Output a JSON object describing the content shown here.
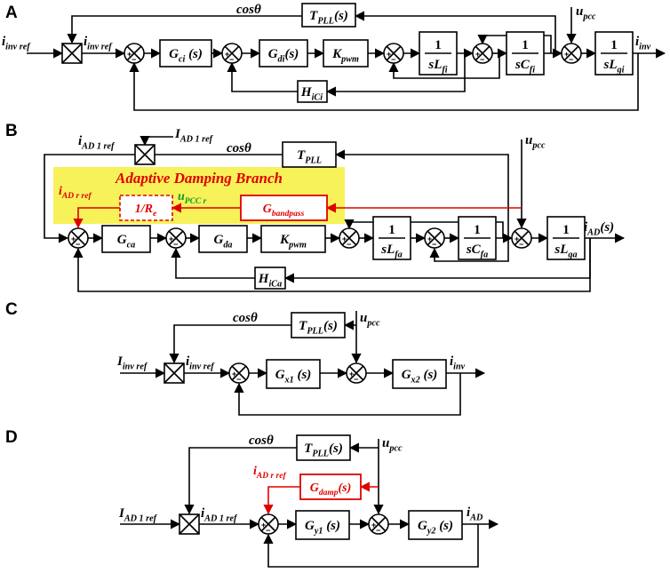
{
  "panels": {
    "A": {
      "label": "A",
      "input_left": "i_inv_ref",
      "input_mid": "i_inv_ref",
      "cos": "cosθ",
      "pll": "T_PLL(s)",
      "upcc": "u_pcc",
      "gci": "G_ci (s)",
      "gdi": "G_di(s)",
      "kpwm": "K_pwm",
      "slfi": "sL_fi",
      "scfi": "sC_fi",
      "slgi": "sL_gi",
      "hici": "H_iCi",
      "output": "i_inv",
      "one_a": "1",
      "one_b": "1",
      "one_c": "1"
    },
    "B": {
      "label": "B",
      "iad1_left": "i_AD_1_ref",
      "iad1_right": "I_AD_1_ref",
      "cos": "cosθ",
      "pll": "T_PLL",
      "upcc": "u_pcc",
      "branch_title": "Adaptive Damping Branch",
      "iad_r_ref": "i_AD_r_ref",
      "upcc_r": "u_PCC_r",
      "inv_re": "1/R_e",
      "gbandpass": "G_bandpass",
      "gca": "G_ca",
      "gda": "G_da",
      "kpwm": "K_pwm",
      "slfa": "sL_fa",
      "scfa": "sC_fa",
      "slga": "sL_ga",
      "hica": "H_iCa",
      "output": "i_AD(s)",
      "one_a": "1",
      "one_b": "1",
      "one_c": "1"
    },
    "C": {
      "label": "C",
      "cos": "cosθ",
      "pll": "T_PLL(s)",
      "upcc": "u_pcc",
      "input_left": "I_inv_ref",
      "input_mid": "i_inv_ref",
      "gx1": "G_x1 (s)",
      "gx2": "G_x2 (s)",
      "output": "i_inv"
    },
    "D": {
      "label": "D",
      "cos": "cosθ",
      "pll": "T_PLL(s)",
      "upcc": "u_pcc",
      "iad_r_ref": "i_AD_r_ref",
      "gdamp": "G_damp(s)",
      "input_left": "I_AD_1_ref",
      "input_mid": "i_AD_1_ref",
      "gy1": "G_y1 (s)",
      "gy2": "G_y2 (s)",
      "output": "i_AD"
    }
  },
  "colors": {
    "highlight": "#f7f25a",
    "red": "#e00000",
    "green": "#0a9a2a"
  }
}
